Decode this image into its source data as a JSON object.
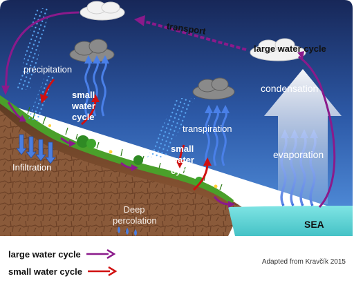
{
  "labels": {
    "precipitation": "precipitation",
    "small_cycle_1": "small water cycle",
    "transpiration": "transpiration",
    "small_cycle_2": "small water cycle",
    "infiltration": "Infiltration",
    "deep_percolation": "Deep percolation",
    "condensation": "condensation",
    "evaporation": "evaporation",
    "large_cycle": "large water cycle",
    "transport": "transport",
    "sea": "SEA"
  },
  "legend": {
    "large": "large water cycle",
    "small": "small water cycle"
  },
  "credit": "Adapted from Kravčík 2015",
  "colors": {
    "large_cycle_arrow": "#8b1a8b",
    "small_cycle_arrow": "#d01010",
    "sky_top": "#1a2a60",
    "sky_bottom": "#3d77c8",
    "sea": "#5fd3d3",
    "soil": "#7a4a2a",
    "grass": "#3a8a20",
    "rain": "#4f9ff0",
    "evaporation": "#4a7ee0"
  }
}
